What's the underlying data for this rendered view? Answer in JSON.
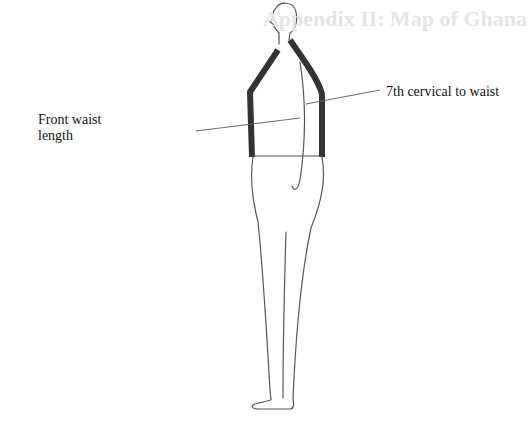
{
  "diagram": {
    "labels": [
      "Front waist length",
      "7th cervical to waist",
      "Appendix II: Map of Ghana"
    ]
  }
}
